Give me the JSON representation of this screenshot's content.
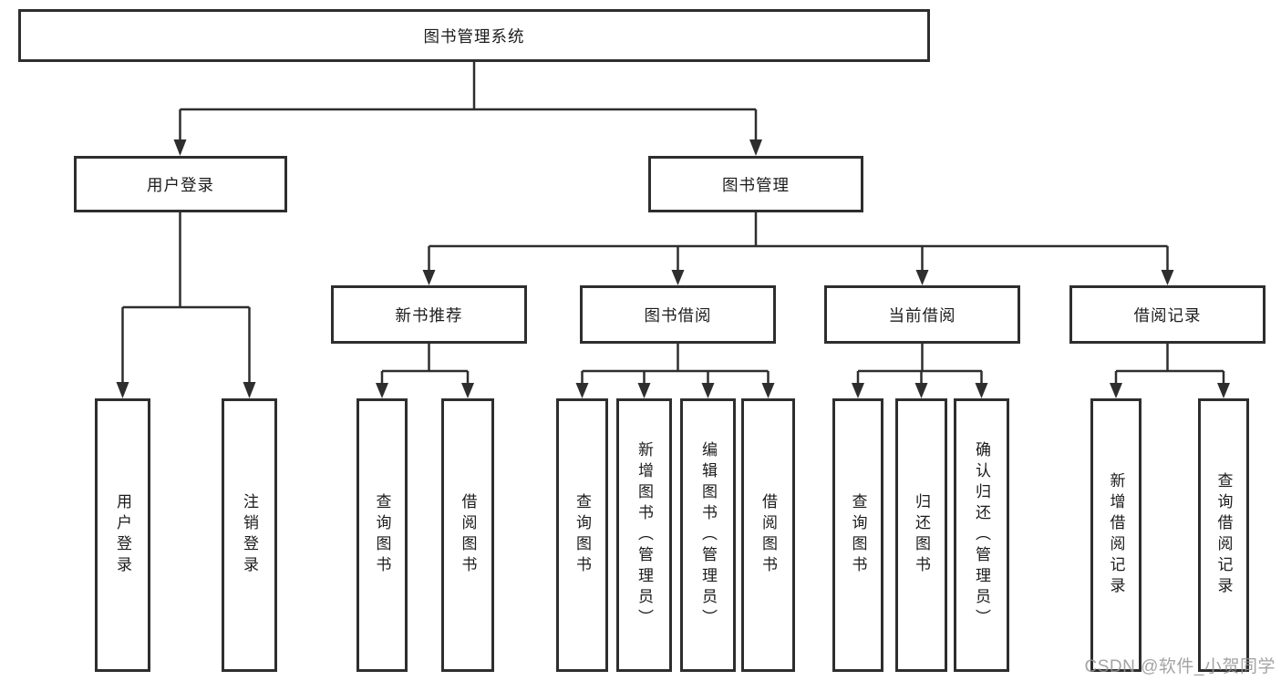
{
  "diagram": {
    "root": {
      "label": "图书管理系统"
    },
    "level2": [
      {
        "label": "用户登录"
      },
      {
        "label": "图书管理"
      }
    ],
    "level3": [
      {
        "label": "新书推荐",
        "parent": "图书管理"
      },
      {
        "label": "图书借阅",
        "parent": "图书管理"
      },
      {
        "label": "当前借阅",
        "parent": "图书管理"
      },
      {
        "label": "借阅记录",
        "parent": "图书管理"
      }
    ],
    "leaves": [
      {
        "label": "用户登录",
        "parent": "用户登录"
      },
      {
        "label": "注销登录",
        "parent": "用户登录"
      },
      {
        "label": "查询图书",
        "parent": "新书推荐"
      },
      {
        "label": "借阅图书",
        "parent": "新书推荐"
      },
      {
        "label": "查询图书",
        "parent": "图书借阅"
      },
      {
        "label": "新增图书（管理员）",
        "parent": "图书借阅"
      },
      {
        "label": "编辑图书（管理员）",
        "parent": "图书借阅"
      },
      {
        "label": "借阅图书",
        "parent": "图书借阅"
      },
      {
        "label": "查询图书",
        "parent": "当前借阅"
      },
      {
        "label": "归还图书",
        "parent": "当前借阅"
      },
      {
        "label": "确认归还（管理员）",
        "parent": "当前借阅"
      },
      {
        "label": "新增借阅记录",
        "parent": "借阅记录"
      },
      {
        "label": "查询借阅记录",
        "parent": "借阅记录"
      }
    ],
    "colors": {
      "line": "#2e2e2e",
      "box_border": "#2e2e2e",
      "box_fill": "#ffffff",
      "text": "#1c1c1c"
    }
  },
  "watermark": {
    "text": "CSDN @软件_小贺同学"
  }
}
